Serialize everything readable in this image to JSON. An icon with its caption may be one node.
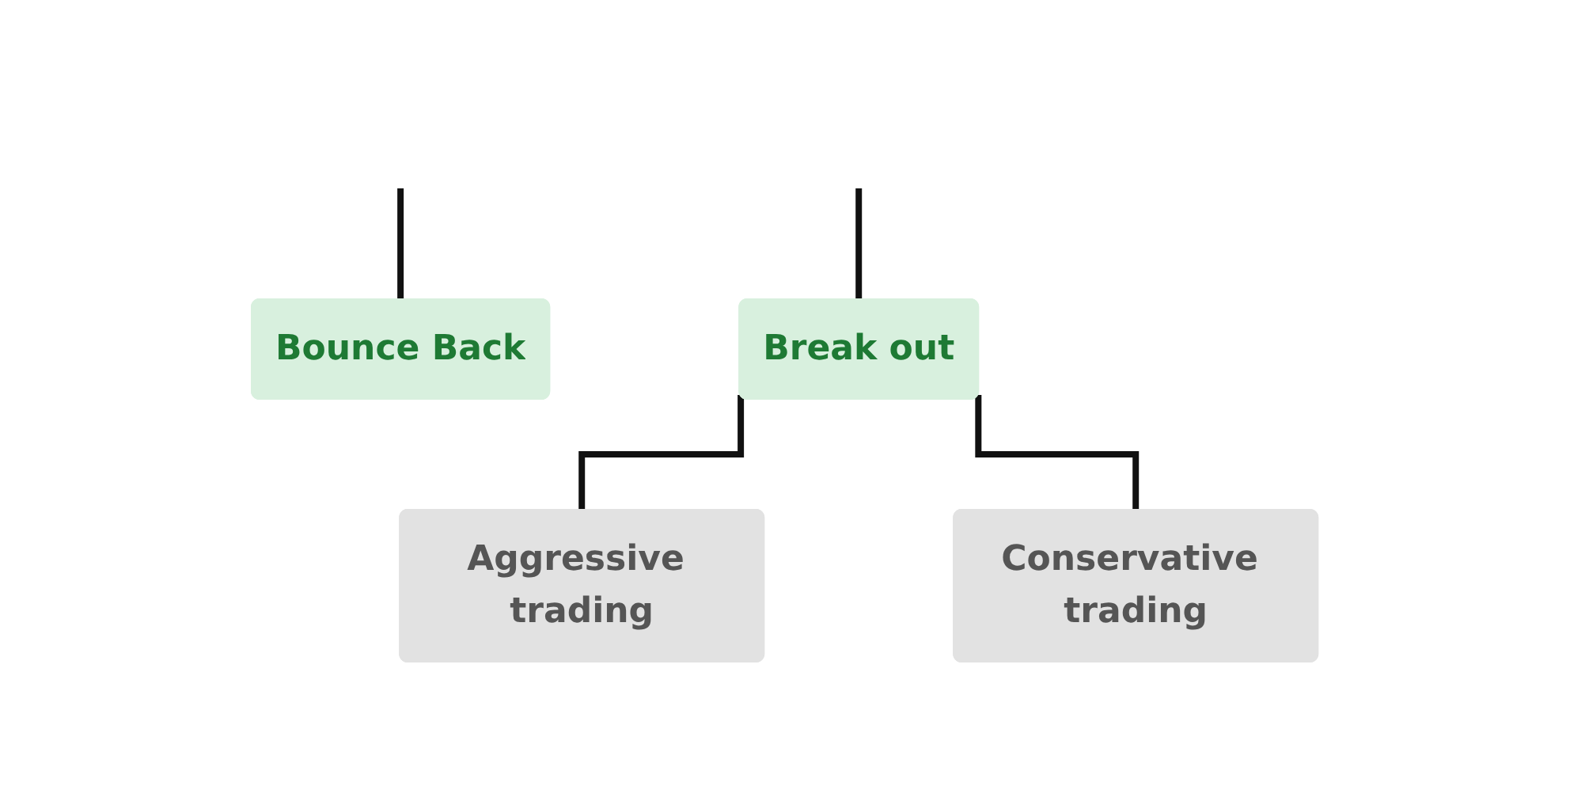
{
  "diagram": {
    "nodes": [
      {
        "text": [
          "Bounce Back"
        ]
      },
      {
        "text": [
          "Break out"
        ]
      },
      {
        "text": [
          "Aggressive trading"
        ]
      },
      {
        "text": [
          "Conservative trading"
        ]
      }
    ],
    "edges": [
      {
        "from": null,
        "to": 0,
        "arrow": "none"
      },
      {
        "from": null,
        "to": 1,
        "arrow": "none"
      },
      {
        "from": 1,
        "to": 2,
        "arrow": "none"
      },
      {
        "from": 1,
        "to": 3,
        "arrow": "none"
      }
    ]
  }
}
